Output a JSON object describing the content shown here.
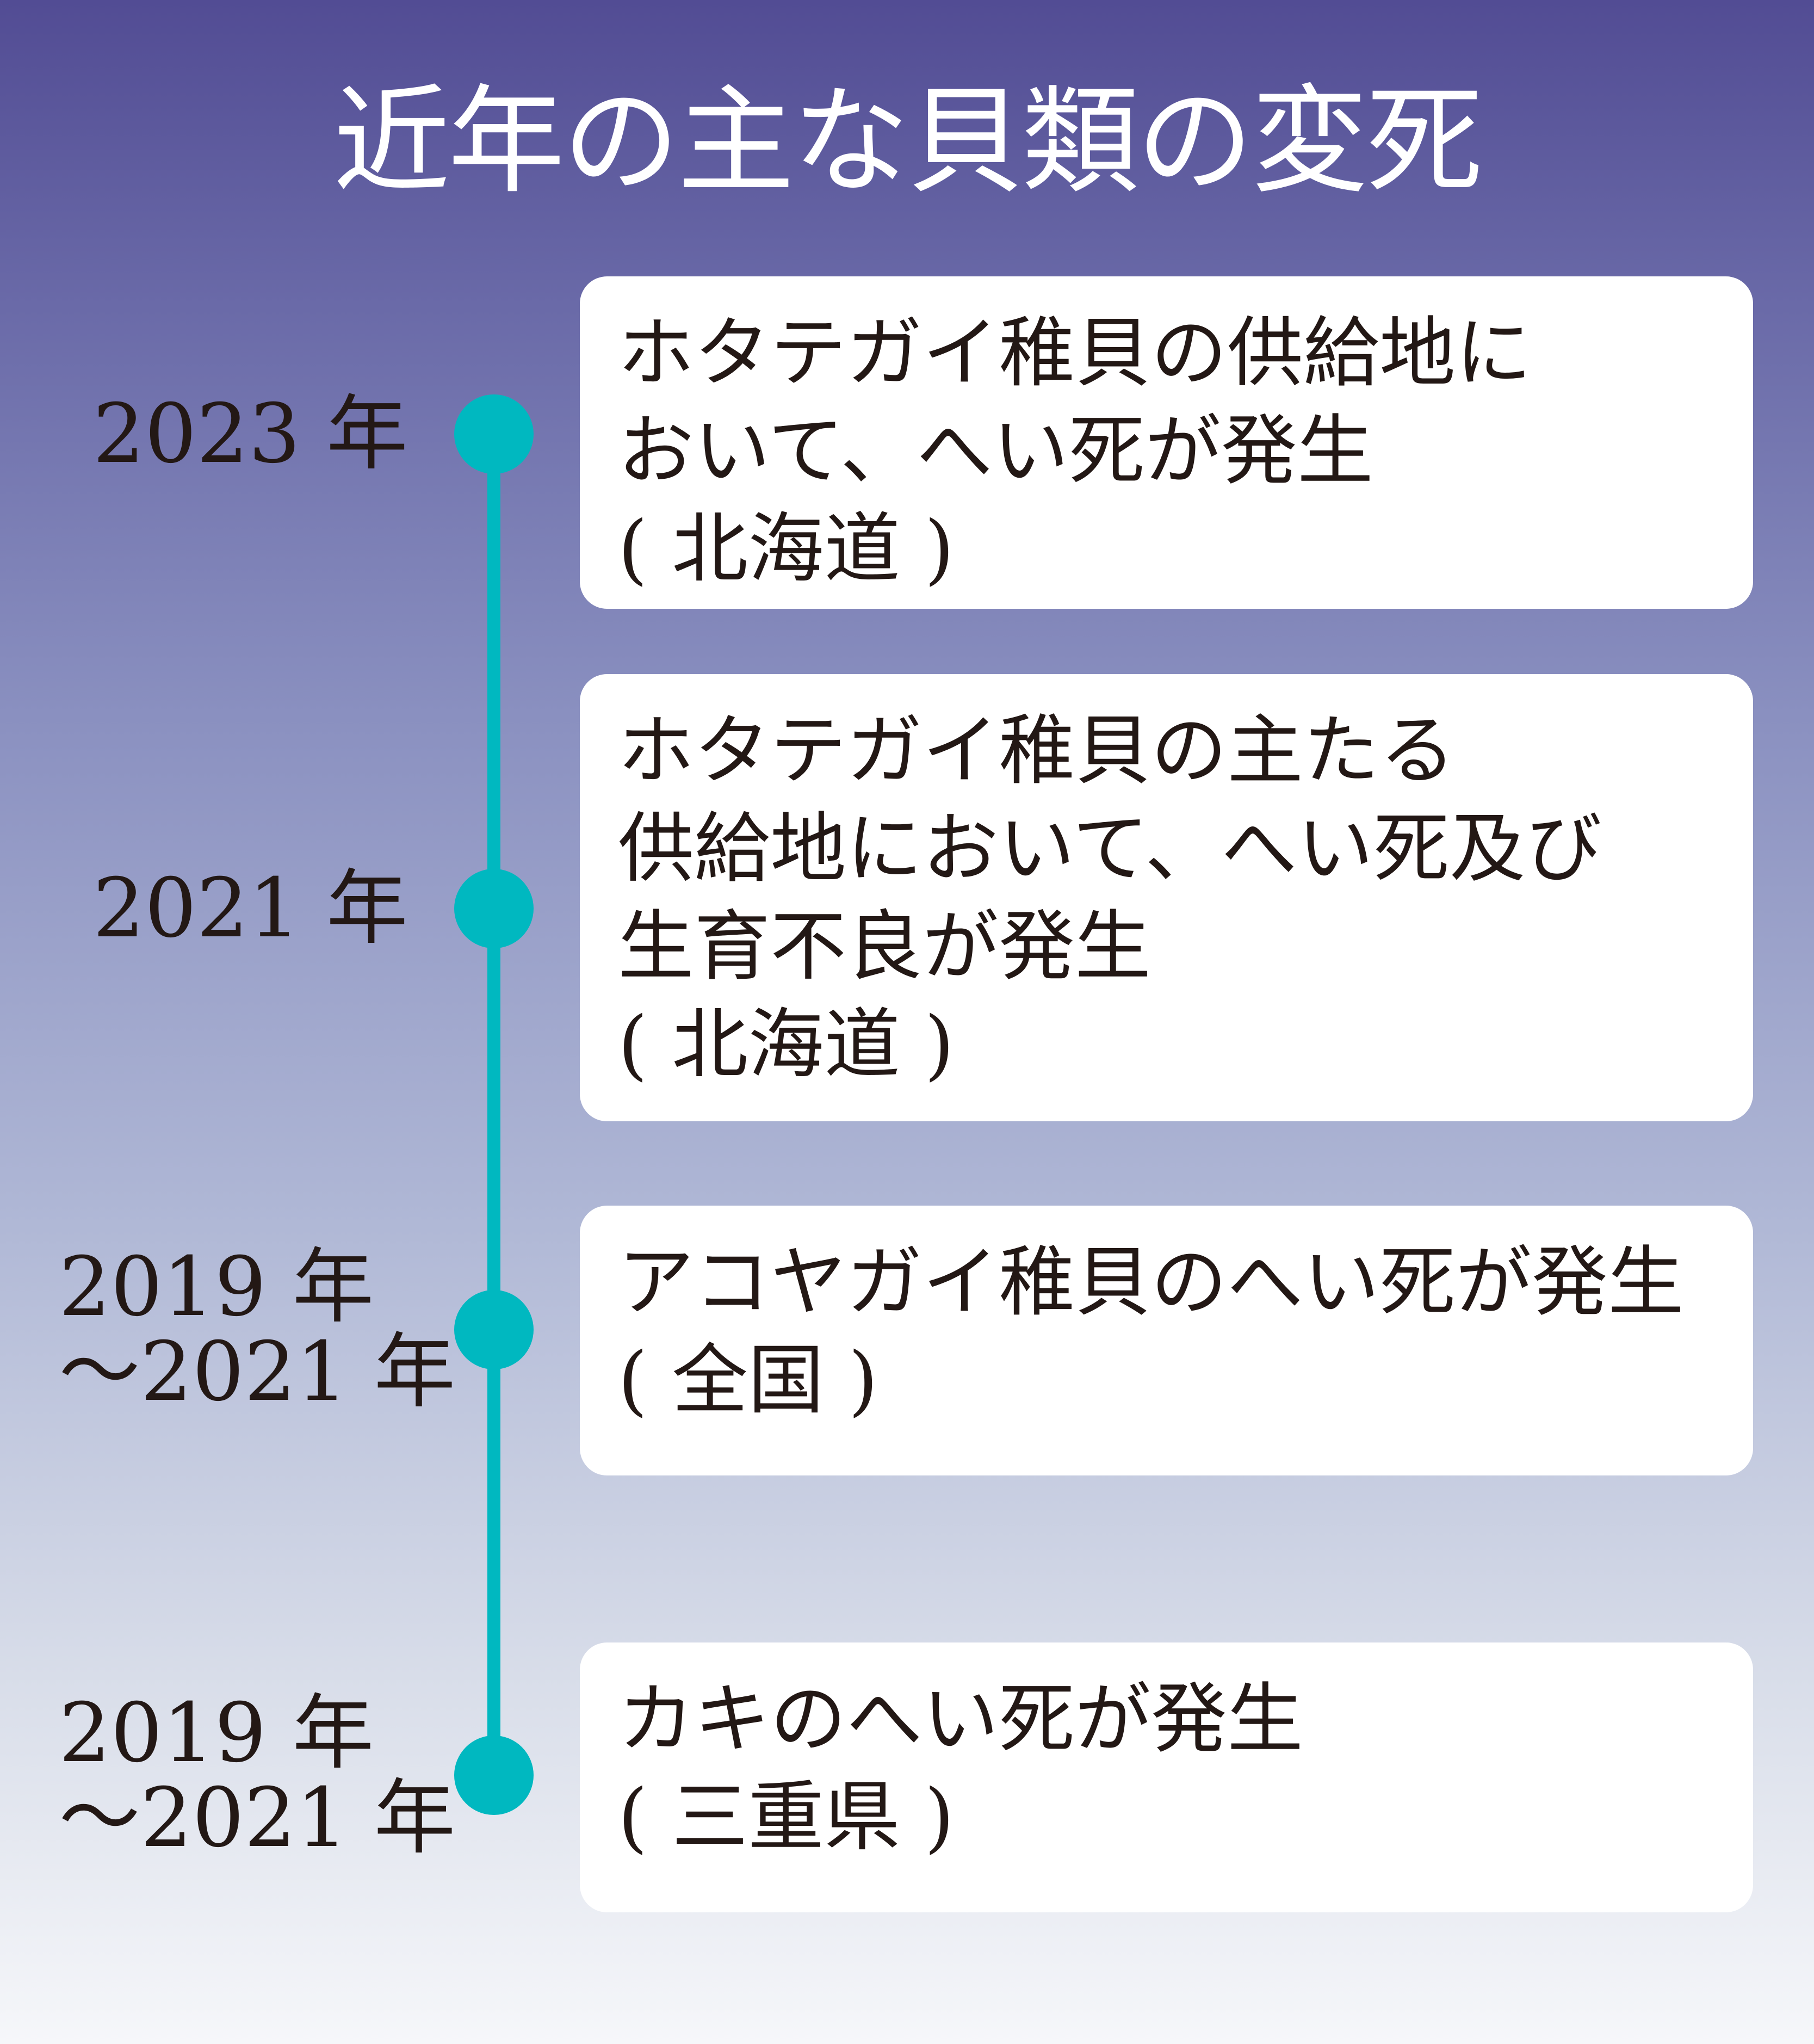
{
  "title": "近年の主な貝類の変死",
  "colors": {
    "accent": "#00b8c0",
    "text": "#231815",
    "bg_top": "#524c94",
    "bg_bottom": "#f6f7fa"
  },
  "events": [
    {
      "year_lines": [
        "2023 年"
      ],
      "text_lines": [
        "ホタテガイ稚貝の供給地に",
        "おいて、へい死が発生",
        "( 北海道 )"
      ]
    },
    {
      "year_lines": [
        "2021 年"
      ],
      "text_lines": [
        "ホタテガイ稚貝の主たる",
        "供給地において、へい死及び",
        "生育不良が発生",
        "( 北海道 )"
      ]
    },
    {
      "year_lines": [
        "2019 年",
        "～2021 年"
      ],
      "text_lines": [
        "アコヤガイ稚貝のへい死が発生",
        "( 全国 )"
      ]
    },
    {
      "year_lines": [
        "2019 年",
        "～2021 年"
      ],
      "text_lines": [
        "カキのへい死が発生",
        "( 三重県 )"
      ]
    }
  ]
}
